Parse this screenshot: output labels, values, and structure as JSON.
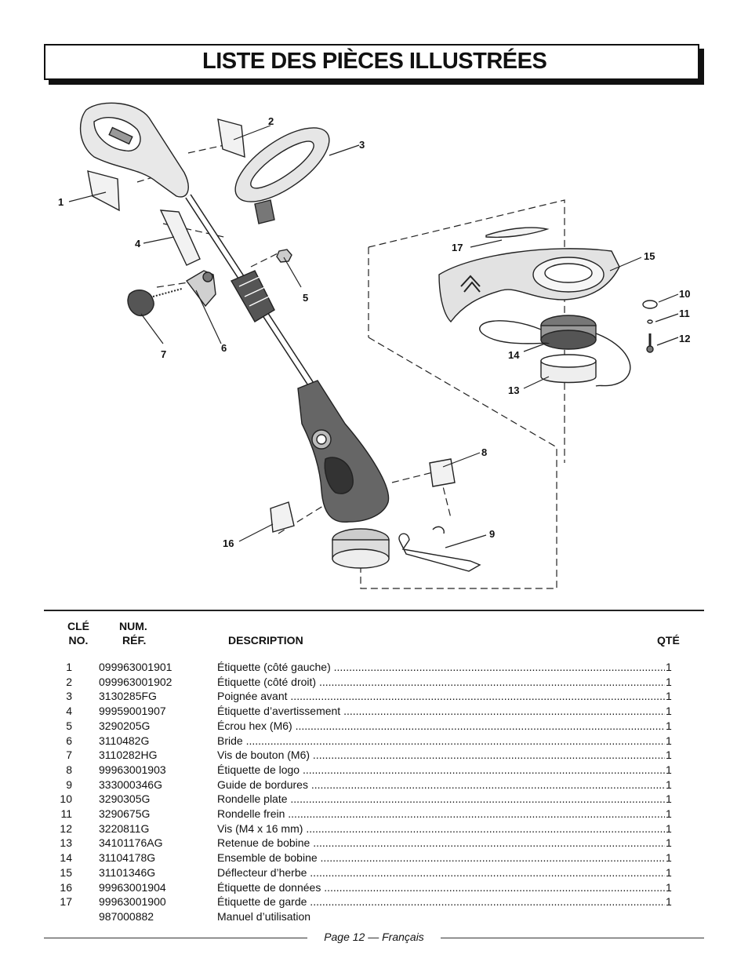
{
  "page_title": "LISTE DES PIÈCES ILLUSTRÉES",
  "callouts": {
    "c1": "1",
    "c2": "2",
    "c3": "3",
    "c4": "4",
    "c5": "5",
    "c6": "6",
    "c7": "7",
    "c8": "8",
    "c9": "9",
    "c10": "10",
    "c11": "11",
    "c12": "12",
    "c13": "13",
    "c14": "14",
    "c15": "15",
    "c16": "16",
    "c17": "17"
  },
  "table": {
    "headers": {
      "key_line1": "CLÉ",
      "key_line2": "NO.",
      "ref_line1": "NUM.",
      "ref_line2": "RÉF.",
      "description": "DESCRIPTION",
      "qty": "QTÉ"
    },
    "rows": [
      {
        "key": "1",
        "ref": "099963001901",
        "desc": "Étiquette (côté gauche)",
        "qty": "1"
      },
      {
        "key": "2",
        "ref": "099963001902",
        "desc": "Étiquette (côté droit)",
        "qty": "1"
      },
      {
        "key": "3",
        "ref": "3130285FG",
        "desc": "Poignée avant",
        "qty": "1"
      },
      {
        "key": "4",
        "ref": "99959001907",
        "desc": "Étiquette d’avertissement",
        "qty": "1"
      },
      {
        "key": "5",
        "ref": "3290205G",
        "desc": "Écrou hex (M6)",
        "qty": "1"
      },
      {
        "key": "6",
        "ref": "3110482G",
        "desc": "Bride",
        "qty": "1"
      },
      {
        "key": "7",
        "ref": "3110282HG",
        "desc": "Vis de bouton (M6)",
        "qty": "1"
      },
      {
        "key": "8",
        "ref": "99963001903",
        "desc": "Étiquette de logo",
        "qty": "1"
      },
      {
        "key": "9",
        "ref": "333000346G",
        "desc": "Guide de bordures",
        "qty": "1"
      },
      {
        "key": "10",
        "ref": "3290305G",
        "desc": "Rondelle plate",
        "qty": "1"
      },
      {
        "key": "11",
        "ref": "3290675G",
        "desc": "Rondelle frein",
        "qty": "1"
      },
      {
        "key": "12",
        "ref": "3220811G",
        "desc": "Vis (M4 x 16 mm)",
        "qty": "1"
      },
      {
        "key": "13",
        "ref": "34101176AG",
        "desc": "Retenue de bobine",
        "qty": "1"
      },
      {
        "key": "14",
        "ref": "31104178G",
        "desc": "Ensemble de bobine",
        "qty": "1"
      },
      {
        "key": "15",
        "ref": "31101346G",
        "desc": "Déflecteur d’herbe",
        "qty": "1"
      },
      {
        "key": "16",
        "ref": "99963001904",
        "desc": "Étiquette de données",
        "qty": "1"
      },
      {
        "key": "17",
        "ref": "99963001900",
        "desc": "Étiquette de garde",
        "qty": "1"
      }
    ],
    "manual": {
      "key": "",
      "ref": "987000882",
      "desc": "Manuel d’utilisation"
    }
  },
  "footer": "Page 12 — Français"
}
